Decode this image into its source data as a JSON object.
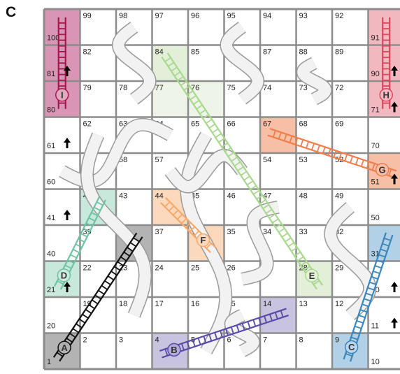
{
  "panel_label": "C",
  "board": {
    "columns": 10,
    "rows": 10,
    "numbering": "boustrophedon, 1 at bottom-left",
    "line_color": "#8c8c8c",
    "cell_fill": "#ffffff"
  },
  "highlighted_squares": [
    {
      "square": 100,
      "color": "#d996b4"
    },
    {
      "square": 81,
      "color": "#d996b4"
    },
    {
      "square": 80,
      "color": "#d996b4"
    },
    {
      "square": 91,
      "color": "#f2b8c0"
    },
    {
      "square": 90,
      "color": "#f2b8c0"
    },
    {
      "square": 71,
      "color": "#f2b8c0"
    },
    {
      "square": 84,
      "color": "#e3efd9"
    },
    {
      "square": 77,
      "color": "#eef5e8"
    },
    {
      "square": 76,
      "color": "#eef5e8"
    },
    {
      "square": 67,
      "color": "#f7bfa6"
    },
    {
      "square": 51,
      "color": "#f7bfa6"
    },
    {
      "square": 42,
      "color": "#c9e8dc"
    },
    {
      "square": 21,
      "color": "#c9e8dc"
    },
    {
      "square": 44,
      "color": "#fcd9bd"
    },
    {
      "square": 36,
      "color": "#fcd9bd"
    },
    {
      "square": 38,
      "color": "#b3b3b3"
    },
    {
      "square": 1,
      "color": "#b3b3b3"
    },
    {
      "square": 31,
      "color": "#b3d1e6"
    },
    {
      "square": 9,
      "color": "#b3d1e6"
    },
    {
      "square": 28,
      "color": "#e3efd9"
    },
    {
      "square": 14,
      "color": "#c8c4e0"
    },
    {
      "square": 4,
      "color": "#c8c4e0"
    }
  ],
  "ladders": [
    {
      "id": "A",
      "from": 1,
      "to": 38,
      "color": "#111111",
      "label_fill": "#b0b0b0"
    },
    {
      "id": "B",
      "from": 4,
      "to": 14,
      "color": "#5b4aa8",
      "label_fill": "#b3acd8"
    },
    {
      "id": "C",
      "from": 9,
      "to": 31,
      "color": "#3a86bd",
      "label_fill": "#b8d6ee"
    },
    {
      "id": "D",
      "from": 21,
      "to": 42,
      "color": "#6bc4a2",
      "label_fill": "#c9ecdd"
    },
    {
      "id": "E",
      "from": 28,
      "to": 84,
      "color": "#a8d98e",
      "label_fill": "#e3f1d8"
    },
    {
      "id": "F",
      "from": 36,
      "to": 44,
      "color": "#f7a96b",
      "label_fill": "#fcd9bd"
    },
    {
      "id": "G",
      "from": 51,
      "to": 67,
      "color": "#f07e4c",
      "label_fill": "#f7bfa6"
    },
    {
      "id": "H",
      "from": 71,
      "to": 91,
      "color": "#d6465c",
      "label_fill": "#f4b8c2"
    },
    {
      "id": "I",
      "from": 80,
      "to": 100,
      "color": "#a3174f",
      "label_fill": "#e3a9bf"
    }
  ],
  "arrows": [
    {
      "square": 81,
      "direction": "up"
    },
    {
      "square": 90,
      "direction": "up"
    },
    {
      "square": 71,
      "direction": "up"
    },
    {
      "square": 61,
      "direction": "up"
    },
    {
      "square": 51,
      "direction": "up"
    },
    {
      "square": 41,
      "direction": "up"
    },
    {
      "square": 30,
      "direction": "up"
    },
    {
      "square": 21,
      "direction": "up"
    },
    {
      "square": 11,
      "direction": "up"
    }
  ],
  "snakes": [
    {
      "head": 98,
      "tail": 78
    },
    {
      "head": 95,
      "tail": 75
    },
    {
      "head": 88,
      "tail": 73
    },
    {
      "head": 64,
      "tail": 60
    },
    {
      "head": 62,
      "tail": 18
    },
    {
      "head": 65,
      "tail": 5
    },
    {
      "head": 55,
      "tail": 57
    },
    {
      "head": 47,
      "tail": 26
    },
    {
      "head": 49,
      "tail": 12
    },
    {
      "head": 15,
      "tail": 6
    }
  ]
}
